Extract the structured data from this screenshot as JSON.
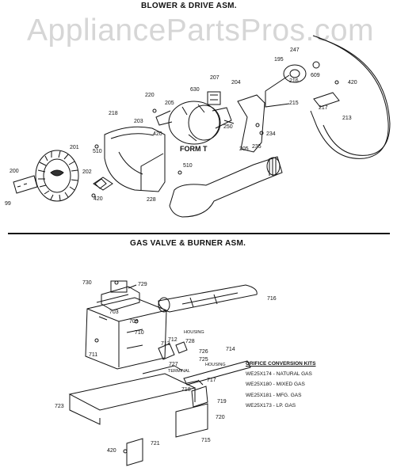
{
  "watermark": "AppliancePartsPros.com",
  "sections": {
    "blower": {
      "title": "BLOWER & DRIVE ASM."
    },
    "gas": {
      "title": "GAS VALVE & BURNER ASM."
    }
  },
  "blower_parts": {
    "p200": "200",
    "p201": "201",
    "p99": "99",
    "p202": "202",
    "p420a": "420",
    "p218": "218",
    "p510a": "510",
    "p220": "220",
    "p205a": "205",
    "p203": "203",
    "p420b": "420",
    "p630": "630",
    "p207": "207",
    "p204": "204",
    "p250": "250",
    "form": "FORM T",
    "p510b": "510",
    "p228": "228",
    "p205b": "205",
    "p234": "234",
    "p235": "235",
    "p195": "195",
    "p247": "247",
    "p216": "216",
    "p609": "609",
    "p215": "215",
    "p420c": "420",
    "p217": "217",
    "p213": "213"
  },
  "gas_parts": {
    "p730": "730",
    "p729": "729",
    "p716": "716",
    "p703": "703",
    "p709": "709",
    "p710": "710",
    "p712": "712",
    "p711": "711",
    "housing1": "HOUSING",
    "p728": "728",
    "p713": "713",
    "p726": "726",
    "p725": "725",
    "housing2": "HOUSING",
    "p714": "714",
    "p727": "727",
    "terminal": "TERMINAL",
    "p717": "717",
    "p718": "718",
    "p723": "723",
    "p719": "719",
    "p720": "720",
    "p715": "715",
    "p420": "420",
    "p721": "721"
  },
  "orifice_kits": {
    "heading": "ORIFICE CONVERSION KITS",
    "items": [
      "WE25X174 - NATURAL GAS",
      "WE25X180 - MIXED GAS",
      "WE25X181 - MFG. GAS",
      "WE25X173 - LP. GAS"
    ]
  }
}
